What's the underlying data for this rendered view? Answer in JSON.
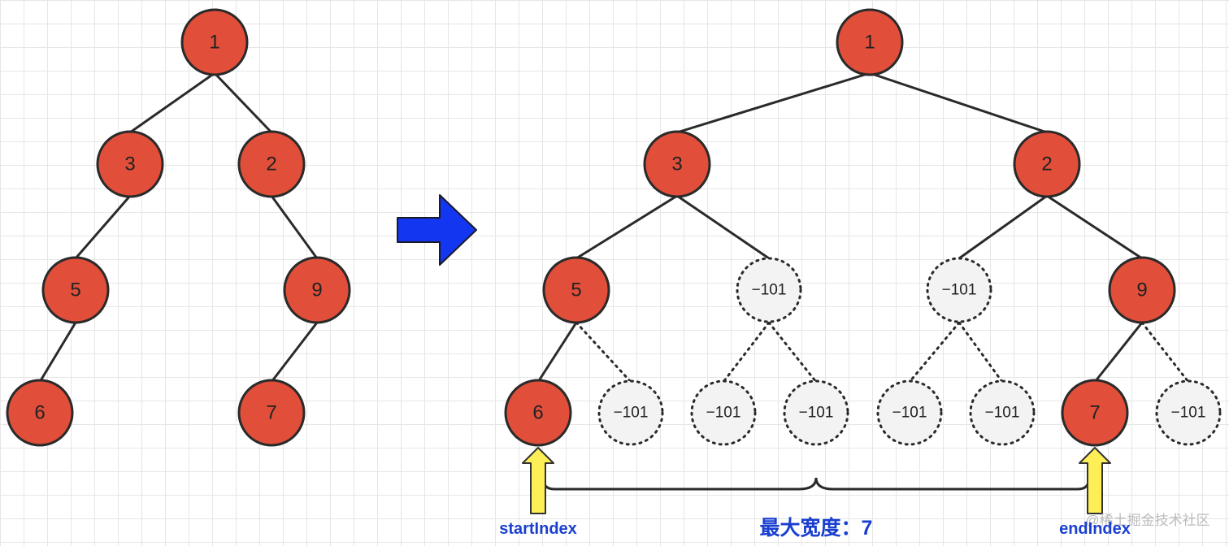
{
  "left_tree": {
    "nodes": [
      "1",
      "3",
      "2",
      "5",
      "9",
      "6",
      "7"
    ]
  },
  "right_tree": {
    "nodes": [
      "1",
      "3",
      "2",
      "5",
      "9",
      "6",
      "7"
    ],
    "placeholder": "−101"
  },
  "labels": {
    "start": "startIndex",
    "end": "endIndex",
    "width": "最大宽度：7",
    "watermark": "@稀土掘金技术社区"
  },
  "colors": {
    "node_fill": "#e14f3a",
    "node_stroke": "#2a2a2a",
    "placeholder_fill": "#f3f3f3",
    "arrow_blue": "#1336f0",
    "marker_yellow": "#ffef57",
    "label_blue": "#1a3fd0"
  }
}
